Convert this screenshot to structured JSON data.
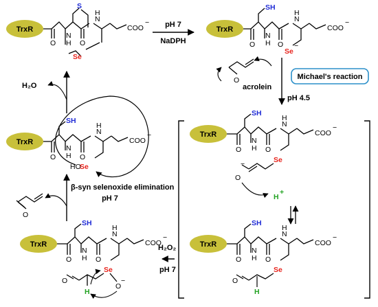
{
  "enzyme_label": "TrxR",
  "atoms": {
    "S": "S",
    "SH": "SH",
    "Se": "Se",
    "HOSe": "HO",
    "N": "N",
    "H": "H",
    "O": "O",
    "O_minus": "O",
    "coo": "COO",
    "minus": "−",
    "plus": "+",
    "H_plus": "H",
    "H2O": "H₂O",
    "H2O2": "H₂O₂"
  },
  "conditions": {
    "step1_top": "pH 7",
    "step1_bottom": "NaDPH",
    "acrolein": "acrolein",
    "step2_ph": "pH 4.5",
    "step4_top": "H₂O₂",
    "step4_bottom": "pH 7",
    "elimination_top": "β-syn selenoxide elimination",
    "elimination_bottom": "pH 7"
  },
  "michael_box": "Michael's reaction",
  "colors": {
    "enzyme_fill": "#c8c03a",
    "selenium": "#e8231c",
    "sulfur_thiol": "#1f2bd6",
    "proton": "#23a323",
    "box_border": "#2a8fc9"
  }
}
